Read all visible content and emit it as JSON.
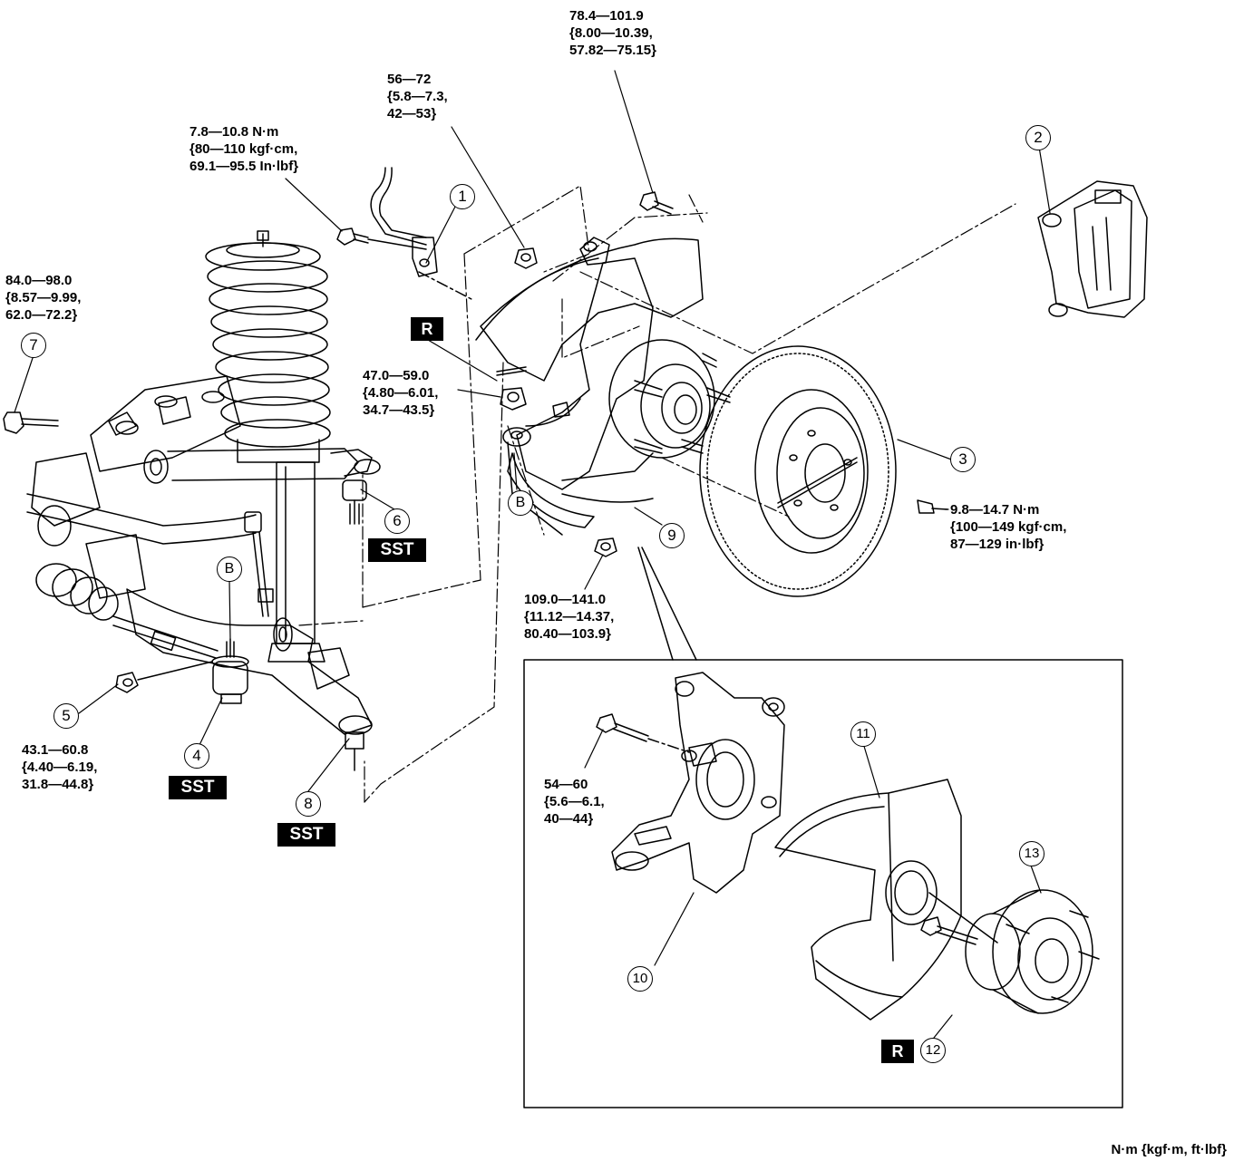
{
  "torques": {
    "t_top_right": [
      "78.4—101.9",
      "{8.00—10.39,",
      "57.82—75.15}"
    ],
    "t_top_mid": [
      "56—72",
      "{5.8—7.3,",
      "42—53}"
    ],
    "t_hose_bolt": [
      "7.8—10.8 N·m",
      "{80—110 kgf·cm,",
      "69.1—95.5 In·lbf}"
    ],
    "t_bushing_bolt": [
      "84.0—98.0",
      "{8.57—9.99,",
      "62.0—72.2}"
    ],
    "t_upper_nut": [
      "47.0—59.0",
      "{4.80—6.01,",
      "34.7—43.5}"
    ],
    "t_disc_screw": [
      "9.8—14.7 N·m",
      "{100—149 kgf·cm,",
      "87—129 in·lbf}"
    ],
    "t_lower_nut": [
      "109.0—141.0",
      "{11.12—14.37,",
      "80.40—103.9}"
    ],
    "t_tie_rod_nut": [
      "43.1—60.8",
      "{4.40—6.19,",
      "31.8—44.8}"
    ],
    "t_knuckle_bolt": [
      "54—60",
      "{5.6—6.1,",
      "40—44}"
    ]
  },
  "callouts": {
    "c1": "1",
    "c2": "2",
    "c3": "3",
    "c4": "4",
    "c5": "5",
    "c6": "6",
    "c7": "7",
    "c8": "8",
    "c9": "9",
    "c10": "10",
    "c11": "11",
    "c12": "12",
    "c13": "13",
    "b_upper": "B",
    "b_lower": "B"
  },
  "tags": {
    "sst": "SST",
    "r": "R"
  },
  "units": "N·m {kgf·m, ft·lbf}"
}
